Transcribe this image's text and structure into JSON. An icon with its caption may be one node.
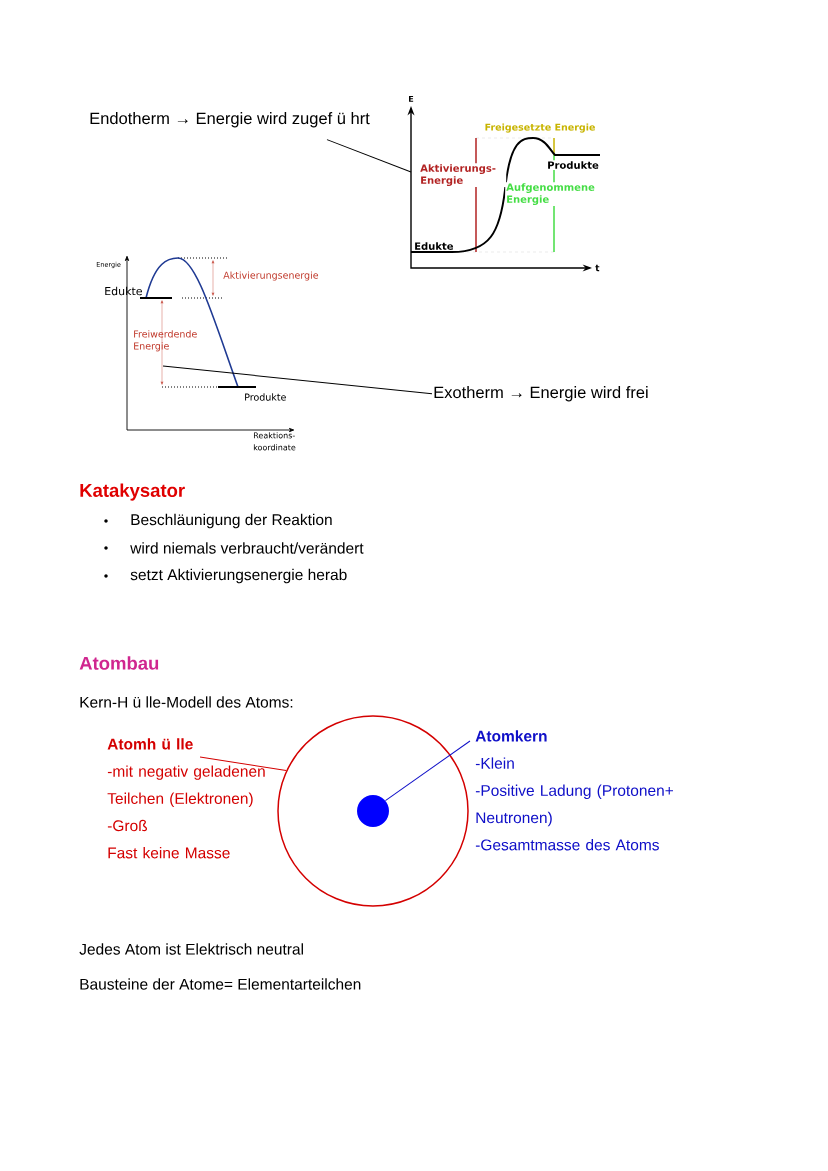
{
  "diagram": {
    "nodes": [
      {
        "text": [
          "Endotherm → Energie wird zugef ü hrt"
        ]
      },
      {
        "text": [],
        "shape": "picture"
      },
      {
        "text": [
          "Exotherm → Energie wird frei"
        ]
      },
      {
        "text": [],
        "shape": "picture"
      },
      {
        "text": [
          "Atomh ü lle",
          "-mit negativ geladenen Teilchen (Elektronen)",
          "-Groß",
          "Fast keine Masse"
        ]
      },
      {
        "text": [],
        "shape": "circle"
      },
      {
        "text": [],
        "shape": "circle",
        "in": 5
      },
      {
        "text": [
          "Atomkern",
          "-Klein",
          "-Positive Ladung (Protonen+ Neutronen)",
          "-Gesamtmasse des Atoms"
        ]
      }
    ],
    "edges": [
      {
        "from": 0,
        "to": 1,
        "arrow": "none"
      },
      {
        "from": 2,
        "to": 3,
        "arrow": "none"
      },
      {
        "from": 4,
        "to": 5,
        "arrow": "none",
        "color": "#d40000"
      },
      {
        "from": 7,
        "to": 6,
        "arrow": "none",
        "color": "#1010c8"
      }
    ],
    "labels": [
      "E",
      "Freigesetzte Energie",
      "Aktivierungs- Energie",
      "Produkte",
      "Aufgenommene Energie",
      "Edukte",
      "t",
      "Energie",
      "Aktivierungsenergie",
      "Edukte",
      "Freiwerdende Energie",
      "Produkte",
      "Reaktions- koordinate",
      "Katakysator",
      "Beschläunigung der Reaktion",
      "wird niemals verbraucht/verändert",
      "setzt Aktivierungsenergie herab",
      "Atombau",
      "Kern-H ü lle-Modell des Atoms:",
      "Jedes Atom ist Elektrisch neutral",
      "Bausteine der Atome= Elementarteilchen"
    ]
  }
}
